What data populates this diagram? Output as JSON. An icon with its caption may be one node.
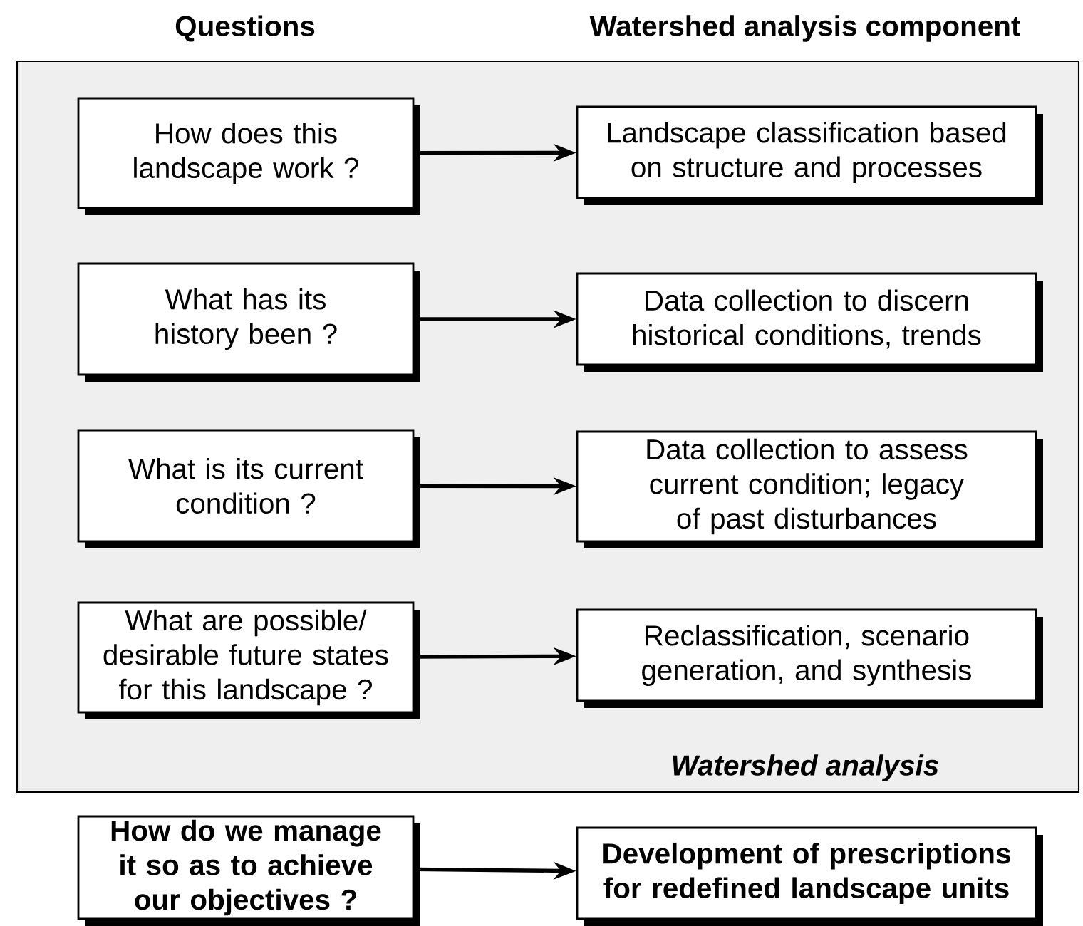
{
  "diagram": {
    "nodes": [
      {
        "text": [
          "Watershed analysis"
        ]
      },
      {
        "text": [
          "How does this landscape work ?"
        ],
        "in": 0
      },
      {
        "text": [
          "Landscape classification based on structure and processes"
        ],
        "in": 0
      },
      {
        "text": [
          "What has its history been ?"
        ],
        "in": 0
      },
      {
        "text": [
          "Data collection to discern historical conditions, trends"
        ],
        "in": 0
      },
      {
        "text": [
          "What is its current condition ?"
        ],
        "in": 0
      },
      {
        "text": [
          "Data collection to assess current condition; legacy of past disturbances"
        ],
        "in": 0
      },
      {
        "text": [
          "What are possible/ desirable future states for this landscape ?"
        ],
        "in": 0
      },
      {
        "text": [
          "Reclassification, scenario generation, and synthesis"
        ],
        "in": 0
      },
      {
        "text": [
          "How do we manage it so as to achieve our objectives ?"
        ]
      },
      {
        "text": [
          "Development of prescriptions for redefined landscape units"
        ]
      }
    ],
    "edges": [
      {
        "from": 1,
        "to": 2,
        "arrow": "to"
      },
      {
        "from": 3,
        "to": 4,
        "arrow": "to"
      },
      {
        "from": 5,
        "to": 6,
        "arrow": "to"
      },
      {
        "from": 7,
        "to": 8,
        "arrow": "to"
      },
      {
        "from": 9,
        "to": 10,
        "arrow": "to"
      }
    ],
    "labels": [
      "Questions",
      "Watershed analysis component"
    ]
  }
}
